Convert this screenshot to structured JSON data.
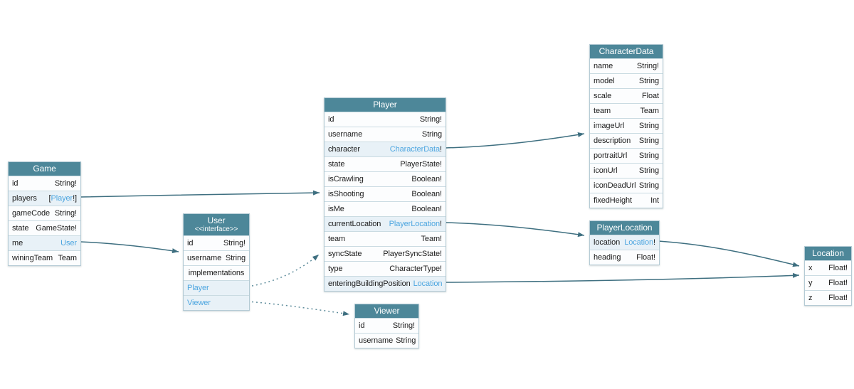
{
  "colors": {
    "header_bg": "#4d8799",
    "header_text": "#ffffff",
    "link": "#4da6e0",
    "edge_solid": "#3e6f80",
    "edge_dotted": "#5f8d9c",
    "row_highlight": "#e8f1f7",
    "row_bg": "#fcfdfe",
    "border": "#b5cbd5",
    "text": "#1c1c1c"
  },
  "tables": [
    {
      "title": "Game",
      "fields": [
        {
          "name": "id",
          "type_parts": [
            {
              "text": "String!",
              "link": false
            }
          ],
          "highlight": false
        },
        {
          "name": "players",
          "type_parts": [
            {
              "text": "[",
              "link": false
            },
            {
              "text": "Player",
              "link": true
            },
            {
              "text": "!]",
              "link": false
            }
          ],
          "highlight": true
        },
        {
          "name": "gameCode",
          "type_parts": [
            {
              "text": "String!",
              "link": false
            }
          ],
          "highlight": false
        },
        {
          "name": "state",
          "type_parts": [
            {
              "text": "GameState!",
              "link": false
            }
          ],
          "highlight": false
        },
        {
          "name": "me",
          "type_parts": [
            {
              "text": "User",
              "link": true
            }
          ],
          "highlight": true
        },
        {
          "name": "winingTeam",
          "type_parts": [
            {
              "text": "Team",
              "link": false
            }
          ],
          "highlight": false
        }
      ]
    },
    {
      "title": "User",
      "subtitle": "<<interface>>",
      "fields": [
        {
          "name": "id",
          "type_parts": [
            {
              "text": "String!",
              "link": false
            }
          ],
          "highlight": false
        },
        {
          "name": "username",
          "type_parts": [
            {
              "text": "String",
              "link": false
            }
          ],
          "highlight": false
        },
        {
          "name": "implementations",
          "type_parts": [],
          "center": true,
          "highlight": false
        },
        {
          "name": "Player",
          "type_parts": [],
          "name_link": true,
          "highlight": true
        },
        {
          "name": "Viewer",
          "type_parts": [],
          "name_link": true,
          "highlight": true
        }
      ]
    },
    {
      "title": "Player",
      "fields": [
        {
          "name": "id",
          "type_parts": [
            {
              "text": "String!",
              "link": false
            }
          ],
          "highlight": false
        },
        {
          "name": "username",
          "type_parts": [
            {
              "text": "String",
              "link": false
            }
          ],
          "highlight": false
        },
        {
          "name": "character",
          "type_parts": [
            {
              "text": "CharacterData",
              "link": true
            },
            {
              "text": "!",
              "link": false
            }
          ],
          "highlight": true
        },
        {
          "name": "state",
          "type_parts": [
            {
              "text": "PlayerState!",
              "link": false
            }
          ],
          "highlight": false
        },
        {
          "name": "isCrawling",
          "type_parts": [
            {
              "text": "Boolean!",
              "link": false
            }
          ],
          "highlight": false
        },
        {
          "name": "isShooting",
          "type_parts": [
            {
              "text": "Boolean!",
              "link": false
            }
          ],
          "highlight": false
        },
        {
          "name": "isMe",
          "type_parts": [
            {
              "text": "Boolean!",
              "link": false
            }
          ],
          "highlight": false
        },
        {
          "name": "currentLocation",
          "type_parts": [
            {
              "text": "PlayerLocation",
              "link": true
            },
            {
              "text": "!",
              "link": false
            }
          ],
          "highlight": true
        },
        {
          "name": "team",
          "type_parts": [
            {
              "text": "Team!",
              "link": false
            }
          ],
          "highlight": false
        },
        {
          "name": "syncState",
          "type_parts": [
            {
              "text": "PlayerSyncState!",
              "link": false
            }
          ],
          "highlight": false
        },
        {
          "name": "type",
          "type_parts": [
            {
              "text": "CharacterType!",
              "link": false
            }
          ],
          "highlight": false
        },
        {
          "name": "enteringBuildingPosition",
          "type_parts": [
            {
              "text": "Location",
              "link": true
            }
          ],
          "highlight": true
        }
      ]
    },
    {
      "title": "Viewer",
      "fields": [
        {
          "name": "id",
          "type_parts": [
            {
              "text": "String!",
              "link": false
            }
          ],
          "highlight": false
        },
        {
          "name": "username",
          "type_parts": [
            {
              "text": "String",
              "link": false
            }
          ],
          "highlight": false
        }
      ]
    },
    {
      "title": "CharacterData",
      "fields": [
        {
          "name": "name",
          "type_parts": [
            {
              "text": "String!",
              "link": false
            }
          ],
          "highlight": false
        },
        {
          "name": "model",
          "type_parts": [
            {
              "text": "String",
              "link": false
            }
          ],
          "highlight": false
        },
        {
          "name": "scale",
          "type_parts": [
            {
              "text": "Float",
              "link": false
            }
          ],
          "highlight": false
        },
        {
          "name": "team",
          "type_parts": [
            {
              "text": "Team",
              "link": false
            }
          ],
          "highlight": false
        },
        {
          "name": "imageUrl",
          "type_parts": [
            {
              "text": "String",
              "link": false
            }
          ],
          "highlight": false
        },
        {
          "name": "description",
          "type_parts": [
            {
              "text": "String",
              "link": false
            }
          ],
          "highlight": false
        },
        {
          "name": "portraitUrl",
          "type_parts": [
            {
              "text": "String",
              "link": false
            }
          ],
          "highlight": false
        },
        {
          "name": "iconUrl",
          "type_parts": [
            {
              "text": "String",
              "link": false
            }
          ],
          "highlight": false
        },
        {
          "name": "iconDeadUrl",
          "type_parts": [
            {
              "text": "String",
              "link": false
            }
          ],
          "highlight": false
        },
        {
          "name": "fixedHeight",
          "type_parts": [
            {
              "text": "Int",
              "link": false
            }
          ],
          "highlight": false
        }
      ]
    },
    {
      "title": "PlayerLocation",
      "fields": [
        {
          "name": "location",
          "type_parts": [
            {
              "text": "Location",
              "link": true
            },
            {
              "text": "!",
              "link": false
            }
          ],
          "highlight": true
        },
        {
          "name": "heading",
          "type_parts": [
            {
              "text": "Float!",
              "link": false
            }
          ],
          "highlight": false
        }
      ]
    },
    {
      "title": "Location",
      "fields": [
        {
          "name": "x",
          "type_parts": [
            {
              "text": "Float!",
              "link": false
            }
          ],
          "highlight": false
        },
        {
          "name": "y",
          "type_parts": [
            {
              "text": "Float!",
              "link": false
            }
          ],
          "highlight": false
        },
        {
          "name": "z",
          "type_parts": [
            {
              "text": "Float!",
              "link": false
            }
          ],
          "highlight": false
        }
      ]
    }
  ],
  "edges": [
    {
      "from": "Game.players",
      "to": "Player",
      "style": "solid"
    },
    {
      "from": "Game.me",
      "to": "User",
      "style": "solid"
    },
    {
      "from": "User.Player",
      "to": "Player",
      "style": "dotted"
    },
    {
      "from": "User.Viewer",
      "to": "Viewer",
      "style": "dotted"
    },
    {
      "from": "Player.character",
      "to": "CharacterData",
      "style": "solid"
    },
    {
      "from": "Player.currentLocation",
      "to": "PlayerLocation",
      "style": "solid"
    },
    {
      "from": "Player.enteringBuildingPosition",
      "to": "Location",
      "style": "solid"
    },
    {
      "from": "PlayerLocation.location",
      "to": "Location",
      "style": "solid"
    }
  ]
}
